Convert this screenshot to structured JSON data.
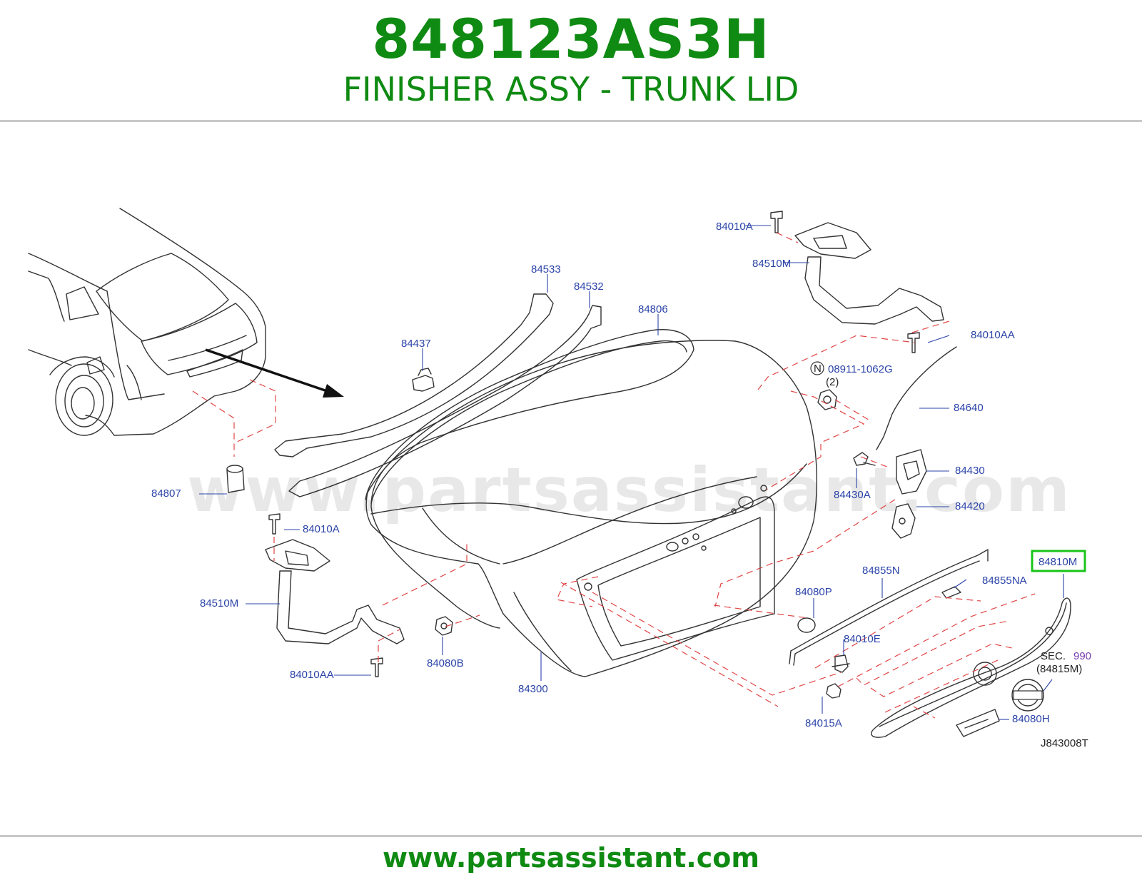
{
  "header": {
    "part_number": "848123AS3H",
    "part_name": "FINISHER ASSY - TRUNK LID"
  },
  "watermark": "www.partsassistant.com",
  "diagram": {
    "code": "J843008T",
    "labels": {
      "l84010A_top": "84010A",
      "l84510M_top": "84510M",
      "l84533": "84533",
      "l84532": "84532",
      "l84806": "84806",
      "l84437": "84437",
      "l84010AA_right": "84010AA",
      "l08911": "08911-1062G",
      "l08911_qty": "(2)",
      "l84640": "84640",
      "l84430": "84430",
      "l84430A": "84430A",
      "l84420": "84420",
      "l84807": "84807",
      "l84010A_left": "84010A",
      "l84510M_left": "84510M",
      "l84010AA_left": "84010AA",
      "l84080B": "84080B",
      "l84300": "84300",
      "l84080P": "84080P",
      "l84855N": "84855N",
      "l84855NA": "84855NA",
      "l84810M": "84810M",
      "l84010E": "84010E",
      "l84015A": "84015A",
      "l84080H": "84080H",
      "sec_prefix": "SEC.",
      "sec_number": "990",
      "sec_ref": "(84815M)",
      "n_marker": "N"
    }
  },
  "footer": {
    "url": "www.partsassistant.com"
  },
  "colors": {
    "brand_green": "#0f8a12",
    "label_blue": "#2b44a8",
    "dash_red": "#e04545",
    "highlight_green": "#19c419"
  }
}
